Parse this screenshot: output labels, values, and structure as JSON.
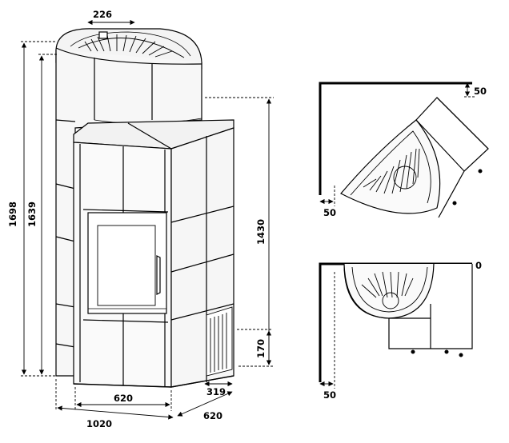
{
  "dimensions": {
    "top_offset": "226",
    "total_height": "1698",
    "body_height": "1639",
    "rear_height": "1430",
    "grille_height": "170",
    "grille_offset": "319",
    "front_width": "620",
    "total_width": "1020",
    "depth": "620"
  },
  "corner_plan": {
    "back_clearance": "50",
    "side_clearance": "50"
  },
  "wall_plan": {
    "back_clearance": "0",
    "side_clearance": "50"
  }
}
